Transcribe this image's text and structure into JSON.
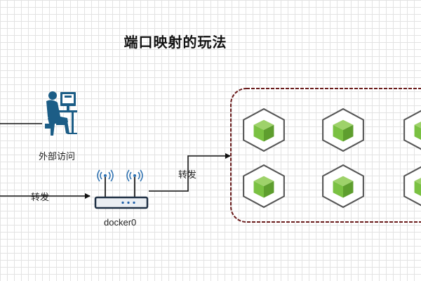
{
  "diagram": {
    "title": "端口映射的玩法",
    "user_label": "外部访问",
    "forward_label_left": "转发",
    "forward_label_right": "转发",
    "router_label": "docker0",
    "icons": {
      "user": "person-at-computer-icon",
      "router": "wireless-router-icon",
      "container": "container-cube-icon"
    },
    "colors": {
      "user": "#1c5d86",
      "cube_green": "#7ac142",
      "group_border": "#6b1c1c",
      "arrow": "#111111"
    }
  }
}
